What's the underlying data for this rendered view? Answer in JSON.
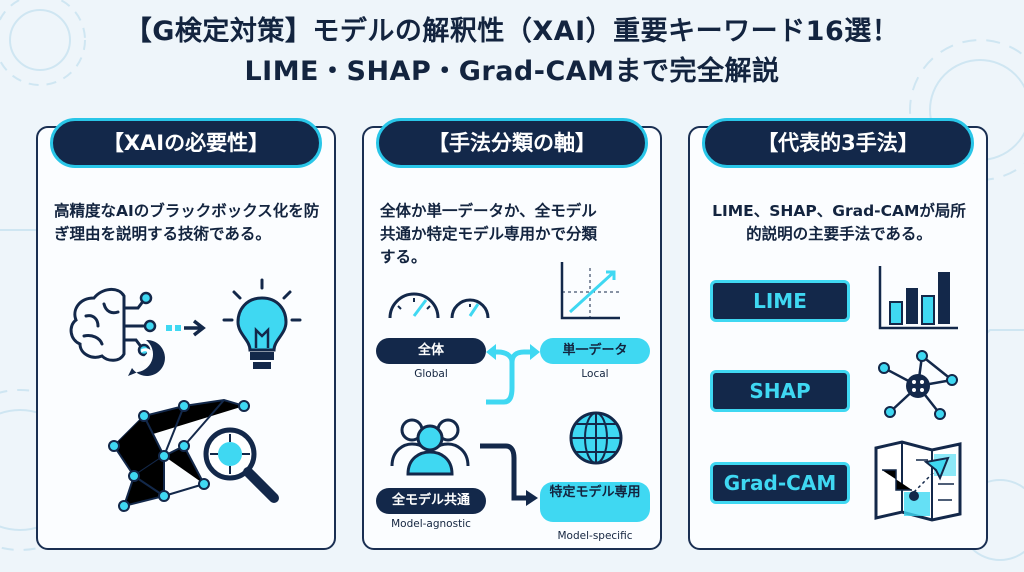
{
  "title": {
    "line1": "【G検定対策】モデルの解釈性（XAI）重要キーワード16選！",
    "line2": "LIME・SHAP・Grad-CAMまで完全解説"
  },
  "panels": [
    {
      "heading": "【XAIの必要性】",
      "text": "高精度なAIのブラックボックス化を防ぎ理由を説明する技術である。",
      "icons": [
        "brain-icon",
        "question-icon",
        "arrow-right-icon",
        "lightbulb-icon",
        "network-icon",
        "magnifier-icon"
      ]
    },
    {
      "heading": "【手法分類の軸】",
      "text": "全体か単一データか、全モデル共通か特定モデル専用かで分類する。",
      "global_label": "全体",
      "global_sub": "Global",
      "local_label": "単一データ",
      "local_sub": "Local",
      "agnostic_label": "全モデル共通",
      "agnostic_sub": "Model-agnostic",
      "specific_label": "特定モデル専用",
      "specific_sub": "Model-specific",
      "icons": [
        "gauge-icon",
        "line-chart-icon",
        "people-icon",
        "globe-icon"
      ]
    },
    {
      "heading": "【代表的3手法】",
      "text": "LIME、SHAP、Grad-CAMが局所的説明の主要手法である。",
      "methods": [
        "LIME",
        "SHAP",
        "Grad-CAM"
      ],
      "icons": [
        "bar-chart-icon",
        "network-node-icon",
        "map-icon"
      ]
    }
  ],
  "colors": {
    "navy": "#13284a",
    "cyan": "#3fd8f2",
    "background": "#eef5fa"
  }
}
